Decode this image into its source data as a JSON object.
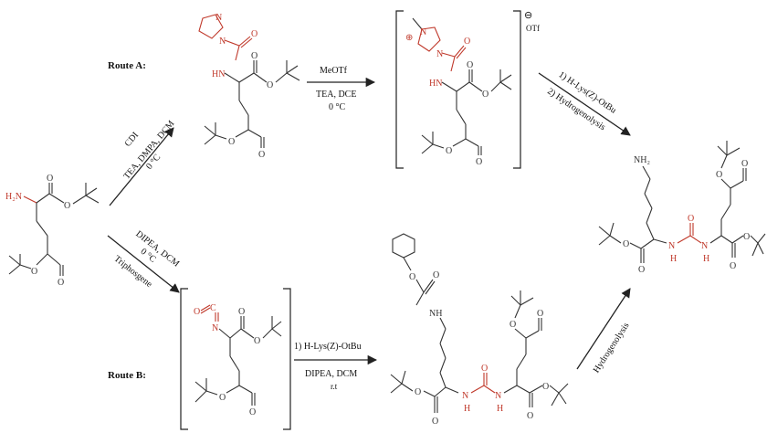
{
  "routes": {
    "route_a": "Route A:",
    "route_b": "Route B:"
  },
  "conditions": {
    "a1_reagent": "CDI",
    "a1_conditions": "TEA, DMPA, DCM",
    "a1_temp": "0 °C",
    "a2_reagent": "MeOTf",
    "a2_conditions": "TEA, DCE",
    "a2_temp": "0 °C",
    "a3_step1": "1) H-Lys(Z)-OtBu",
    "a3_step2": "2) Hydrogenolysis",
    "b1_conditions": "DIPEA, DCM",
    "b1_temp": "0 °C",
    "b1_reagent": "Triphosgene",
    "b2_step1": "1) H-Lys(Z)-OtBu",
    "b2_conditions": "DIPEA, DCM",
    "b2_temp": "r.t",
    "b3_step": "Hydrogenolysis"
  },
  "atoms": {
    "nh2": "NH₂",
    "h2n": "H₂N",
    "hn": "HN",
    "nh": "NH",
    "n": "N",
    "o": "O",
    "c": "C",
    "h": "H",
    "counterion": "OTf",
    "minus": "⊖",
    "plus": "⊕"
  },
  "colors": {
    "highlight": "#c0392b",
    "bond": "#333333"
  }
}
